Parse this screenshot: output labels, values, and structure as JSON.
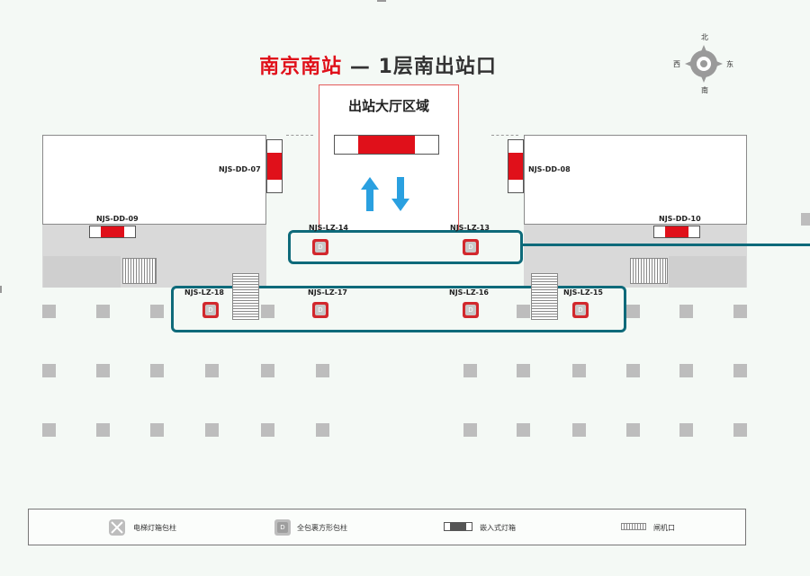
{
  "title": {
    "station": "南京南站",
    "separator": "—",
    "floor": "1层南出站口"
  },
  "hall": {
    "label": "出站大厅区域"
  },
  "compass": {
    "north": "北",
    "south": "南",
    "east": "东",
    "west": "西"
  },
  "lightboxes": {
    "dd07": "NJS-DD-07",
    "dd08": "NJS-DD-08",
    "dd09": "NJS-DD-09",
    "dd10": "NJS-DD-10"
  },
  "pillars": {
    "lz14": "NJS-LZ-14",
    "lz13": "NJS-LZ-13",
    "lz18": "NJS-LZ-18",
    "lz17": "NJS-LZ-17",
    "lz16": "NJS-LZ-16",
    "lz15": "NJS-LZ-15",
    "pillar_glyph": "D"
  },
  "legend": {
    "item1": "电梯灯箱包柱",
    "item2": "全包裹方形包柱",
    "item3": "嵌入式灯箱",
    "item4": "闸机口",
    "pillar_glyph": "D"
  },
  "colors": {
    "brand_red": "#e0101a",
    "highlight_teal": "#0e6a7a",
    "arrow_blue": "#2aa0e0"
  }
}
